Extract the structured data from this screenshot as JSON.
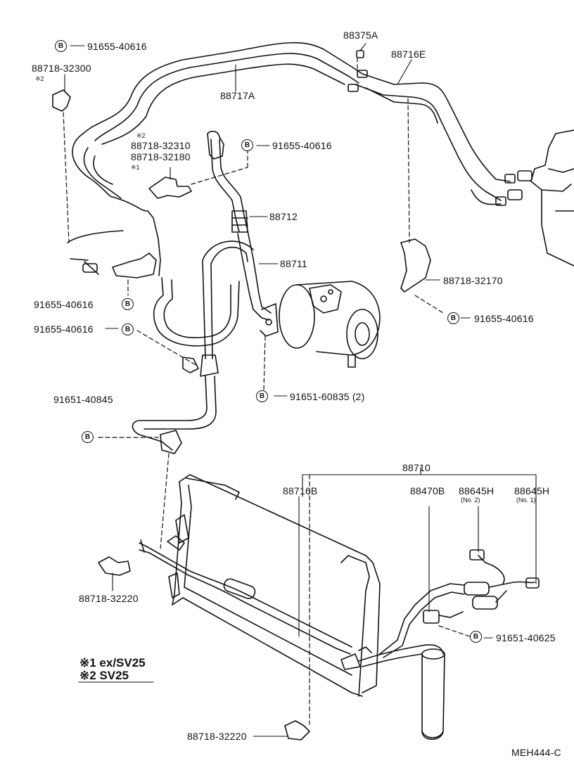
{
  "diagram": {
    "code": "MEH444-C",
    "badge_letter": "B",
    "parts": {
      "p88375A": "88375A",
      "p88716E": "88716E",
      "p88717A": "88717A",
      "p88718_32300": "88718-32300",
      "p88718_32310": "88718-32310",
      "p88718_32180": "88718-32180",
      "p88712": "88712",
      "p88711": "88711",
      "p88718_32170": "88718-32170",
      "p88710": "88710",
      "p88716B": "88716B",
      "p88470B": "88470B",
      "p88645H_no2": "88645H",
      "p88645H_no1": "88645H",
      "p88718_32220_a": "88718-32220",
      "p88718_32220_b": "88718-32220"
    },
    "bolts": {
      "b1": "91655-40616",
      "b2": "91655-40616",
      "b3": "91655-40616",
      "b4": "91655-40616",
      "b5": "91655-40616",
      "b6": "91651-40845",
      "b7": "91651-60835 (2)",
      "b8": "91651-40625"
    },
    "sub": {
      "no2": "(No. 2)",
      "no1": "(No. 1)",
      "mark2_a": "※2",
      "mark2_b": "※2",
      "mark1": "※1"
    },
    "legend": {
      "line1": "※1 ex/SV25",
      "line2": "※2 SV25"
    }
  }
}
